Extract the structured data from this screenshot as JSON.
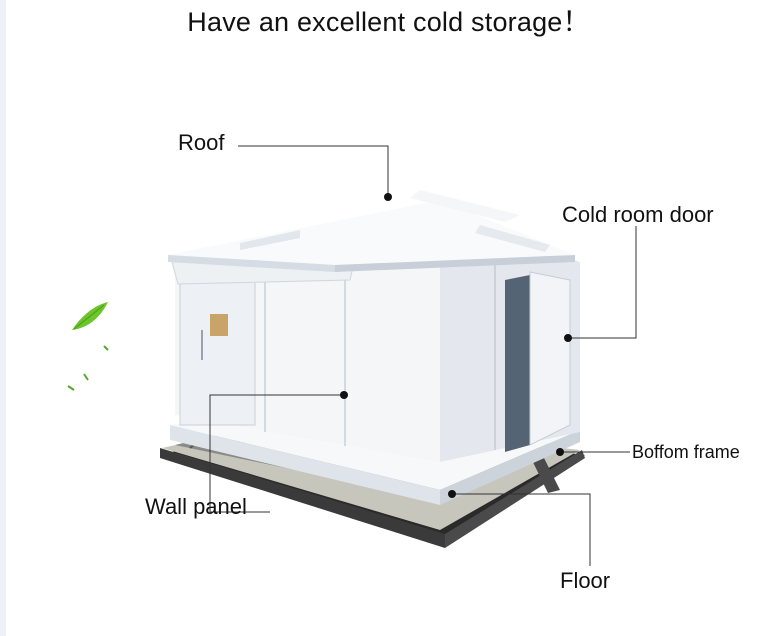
{
  "title": "Have an excellent cold storage！",
  "labels": {
    "roof": "Roof",
    "cold_room_door": "Cold room door",
    "bottom_frame": "Boffom frame",
    "wall_panel": "Wall panel",
    "floor": "Floor"
  },
  "colors": {
    "panel_white": "#f4f6f8",
    "panel_shadow": "#cfd6de",
    "concrete": "#bdbdb4",
    "base_dark": "#2a2a2a",
    "leaf_green": "#6cc62b"
  }
}
